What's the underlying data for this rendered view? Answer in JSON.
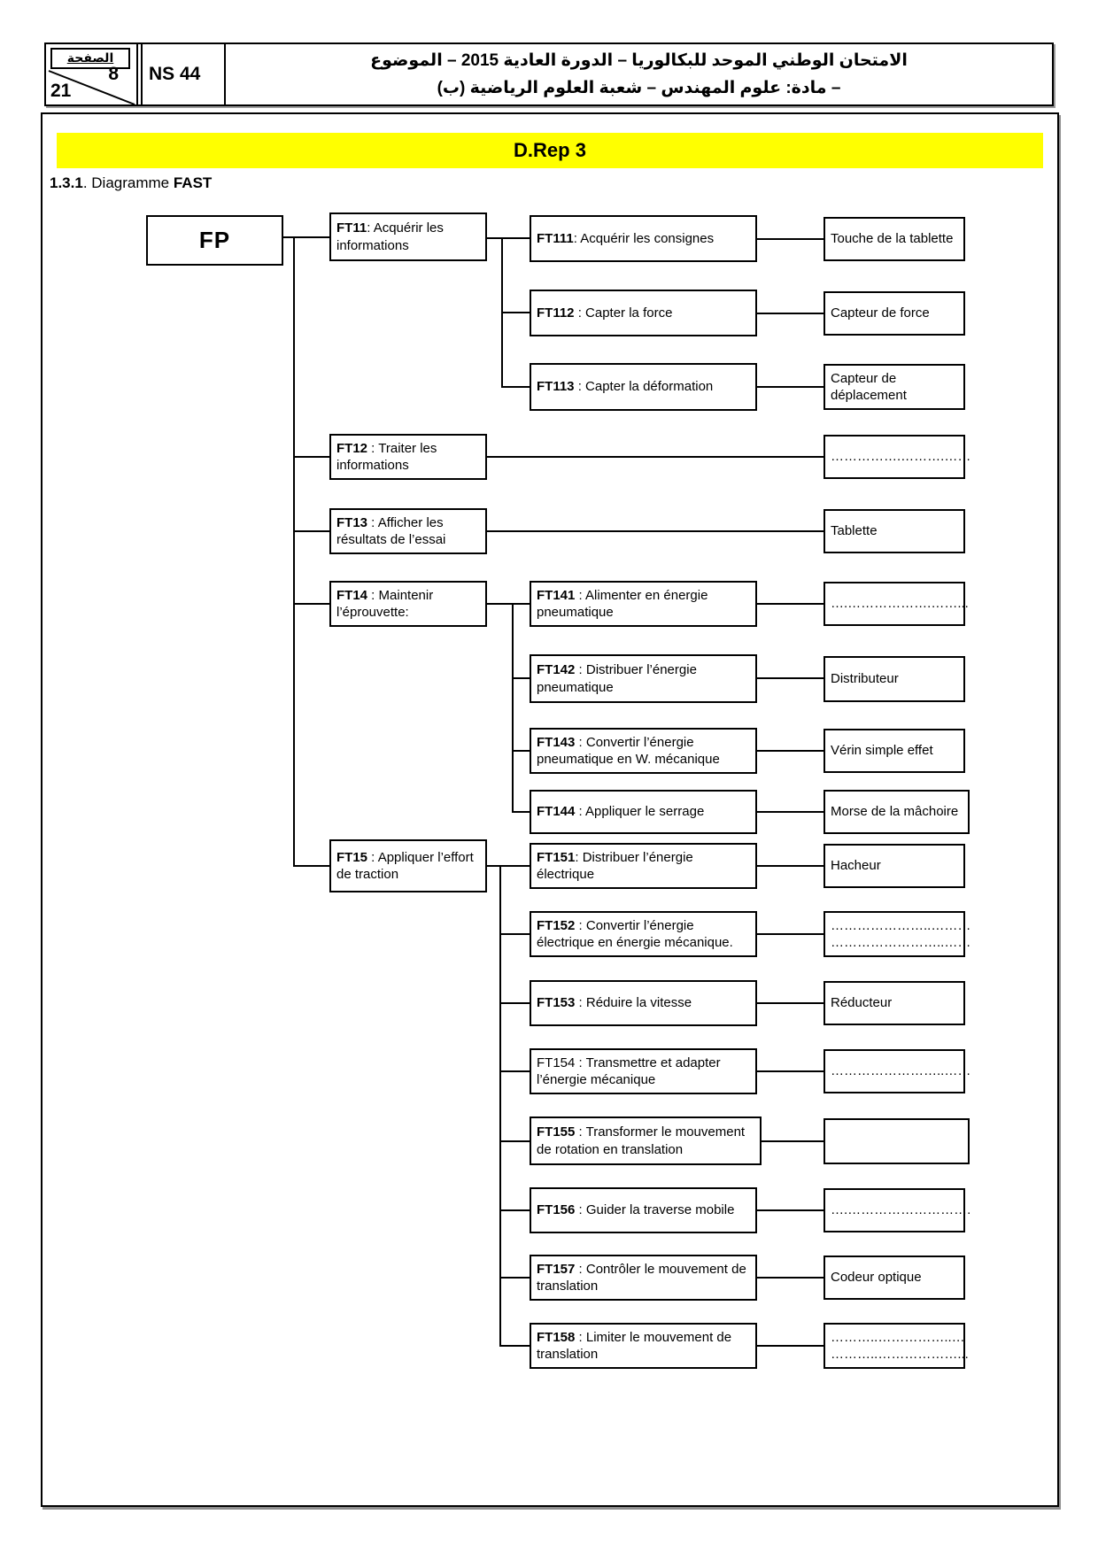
{
  "colors": {
    "banner_bg": "#ffff00",
    "line_color": "#000000",
    "page_bg": "#ffffff"
  },
  "header": {
    "page_label": "الصفحة",
    "page_number": "8",
    "page_total": "21",
    "ns_code": "NS 44",
    "title_line1": "الامتحان الوطني الموحد للبكالوريا – الدورة العادية 2015 – الموضوع",
    "title_line2": "– مادة: علوم المهندس – شعبة العلوم الرياضية (ب)"
  },
  "banner": {
    "text": "D.Rep 3"
  },
  "section": {
    "number": "1.3.1",
    "mid": ". Diagramme ",
    "bold": "FAST"
  },
  "fast": {
    "fp": "FP",
    "level1": {
      "ft11": {
        "code": "FT11",
        "text": ": Acquérir les informations"
      },
      "ft12": {
        "code": "FT12",
        "text": " : Traiter  les informations"
      },
      "ft13": {
        "code": "FT13",
        "text": " : Afficher les résultats de l’essai"
      },
      "ft14": {
        "code": "FT14",
        "text": " : Maintenir l’éprouvette:"
      },
      "ft15": {
        "code": "FT15",
        "text": " : Appliquer l’effort de traction"
      }
    },
    "level2": {
      "ft111": {
        "code": "FT111",
        "text": ": Acquérir les consignes"
      },
      "ft112": {
        "code": "FT112",
        "text": " : Capter la force"
      },
      "ft113": {
        "code": "FT113",
        "text": " : Capter la déformation"
      },
      "ft141": {
        "code": "FT141",
        "text": " : Alimenter en énergie pneumatique"
      },
      "ft142": {
        "code": "FT142",
        "text": " : Distribuer l’énergie pneumatique"
      },
      "ft143": {
        "code": "FT143",
        "text": " : Convertir l’énergie pneumatique en W. mécanique"
      },
      "ft144": {
        "code": "FT144",
        "text": " : Appliquer le serrage"
      },
      "ft151": {
        "code": "FT151",
        "text": ": Distribuer l’énergie électrique"
      },
      "ft152": {
        "code": "FT152",
        "text": " : Convertir l’énergie électrique en énergie mécanique."
      },
      "ft153": {
        "code": "FT153",
        "text": " : Réduire la vitesse"
      },
      "ft154": {
        "code": "FT154",
        "text": " : Transmettre et adapter l’énergie mécanique"
      },
      "ft155": {
        "code": "FT155",
        "text": " : Transformer le mouvement de rotation en translation"
      },
      "ft156": {
        "code": "FT156",
        "text": " : Guider la traverse mobile"
      },
      "ft157": {
        "code": "FT157",
        "text": " : Contrôler le mouvement de translation"
      },
      "ft158": {
        "code": "FT158",
        "text": " : Limiter le mouvement de translation"
      }
    },
    "solutions": {
      "touche": "Touche de la tablette",
      "capteur_force": "Capteur de force",
      "capteur_depl": "Capteur de déplacement",
      "dots_ft12": "…………….……….……",
      "tablette": "Tablette",
      "dots_ft141": "….……………….……...",
      "distributeur": "Distributeur",
      "verin": "Vérin simple effet",
      "morse": "Morse de la mâchoire",
      "hacheur": "Hacheur",
      "dots_ft152_1": "…………………..………",
      "dots_ft152_2": "……………………..……",
      "reducteur": "Réducteur",
      "dots_ft154": "……………………..……",
      "dots_ft156": "….……………………….",
      "codeur": "Codeur optique",
      "dots_ft158_1": "………..……………..…",
      "dots_ft158_2": "………..………………..."
    }
  }
}
